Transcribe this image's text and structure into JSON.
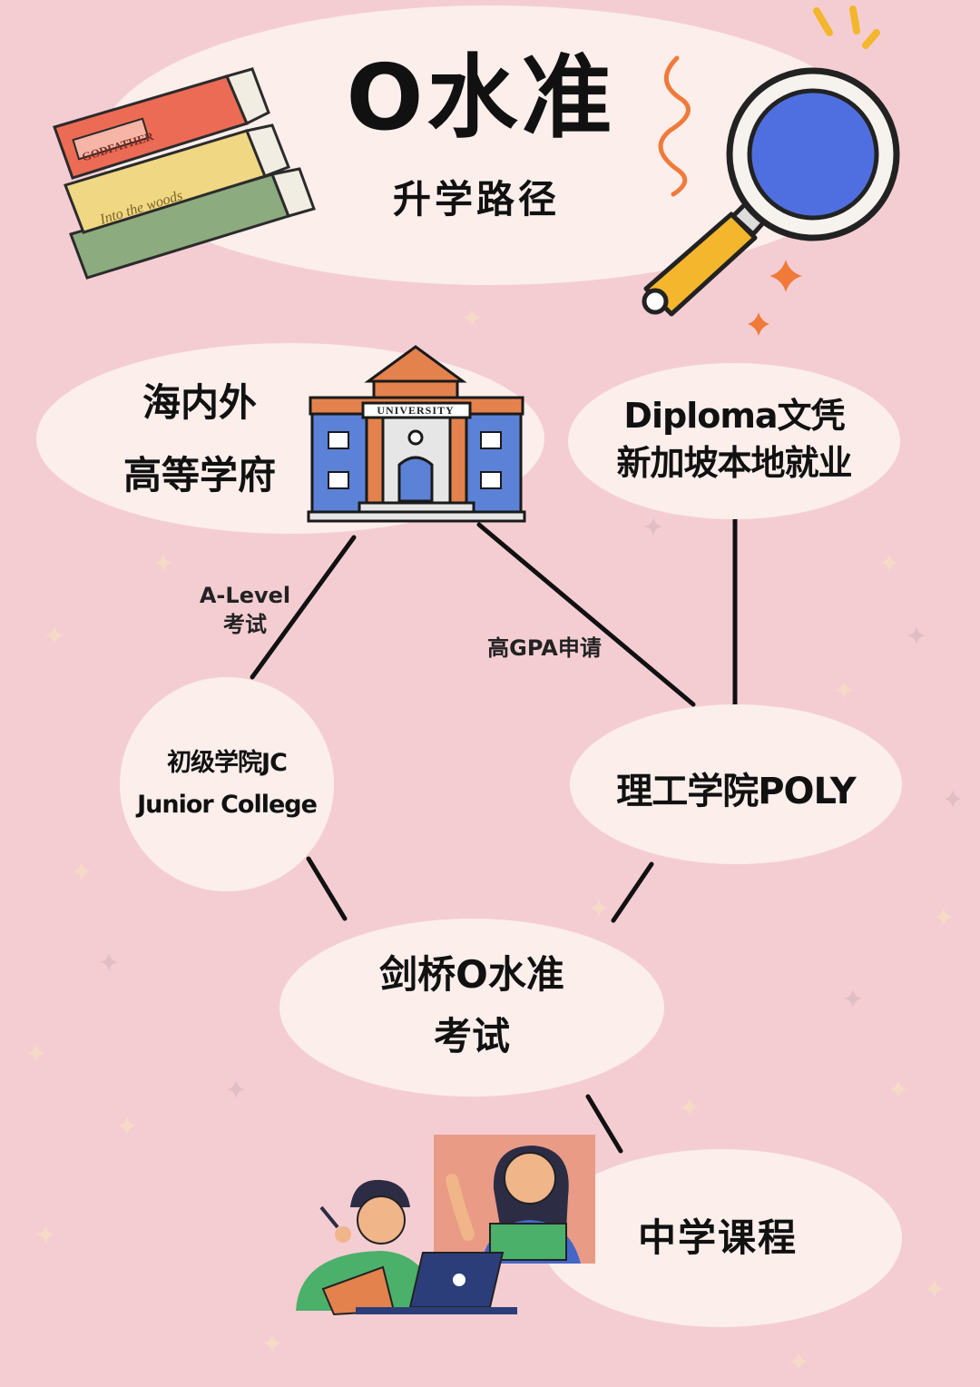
{
  "header": {
    "title": "O水准",
    "subtitle": "升学路径"
  },
  "nodes": {
    "university": {
      "line1": "海内外",
      "line2": "高等学府"
    },
    "diploma": {
      "line1": "Diploma文凭",
      "line2": "新加坡本地就业"
    },
    "jc": {
      "line1": "初级学院JC",
      "line2": "Junior College"
    },
    "poly": {
      "line1": "理工学院POLY"
    },
    "olevel": {
      "line1": "剑桥O水准",
      "line2": "考试"
    },
    "secondary": {
      "line1": "中学课程"
    }
  },
  "edges": {
    "alevel": {
      "line1": "A-Level",
      "line2": "考试"
    },
    "gpa": {
      "line1": "高GPA申请"
    }
  },
  "illustrations": {
    "books": {
      "book1_text": "GODFATHER",
      "book2_text": "Into the woods"
    },
    "university_sign": "UNIVERSITY"
  },
  "colors": {
    "background": "#f4cdd3",
    "bubble": "#fbeeeb",
    "line": "#111111",
    "magnifier_lens": "#4f6fe0",
    "magnifier_handle": "#f3b62c",
    "accent_orange": "#f07a3a"
  }
}
